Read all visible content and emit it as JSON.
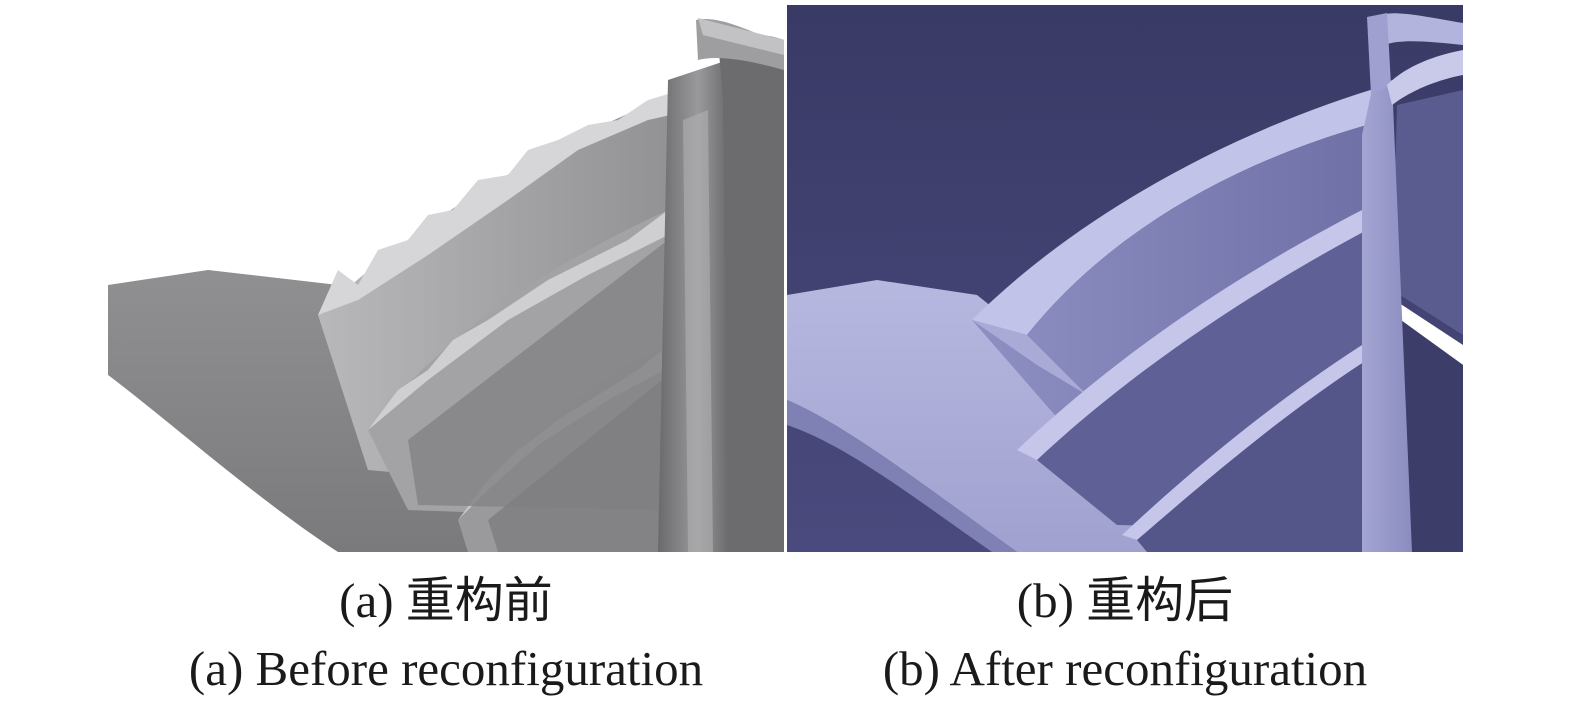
{
  "panel_a": {
    "caption_zh": "(a) 重构前",
    "caption_en": "(a) Before reconfiguration"
  },
  "panel_b": {
    "caption_zh": "(b) 重构后",
    "caption_en": "(b) After reconfiguration",
    "background_color": "#3f3f6e",
    "surface_color": "#a9aad6"
  },
  "colors": {
    "mesh_gray": "#8a8a8c",
    "mesh_light": "#c4c4c6",
    "mesh_dark": "#5e5e60"
  }
}
